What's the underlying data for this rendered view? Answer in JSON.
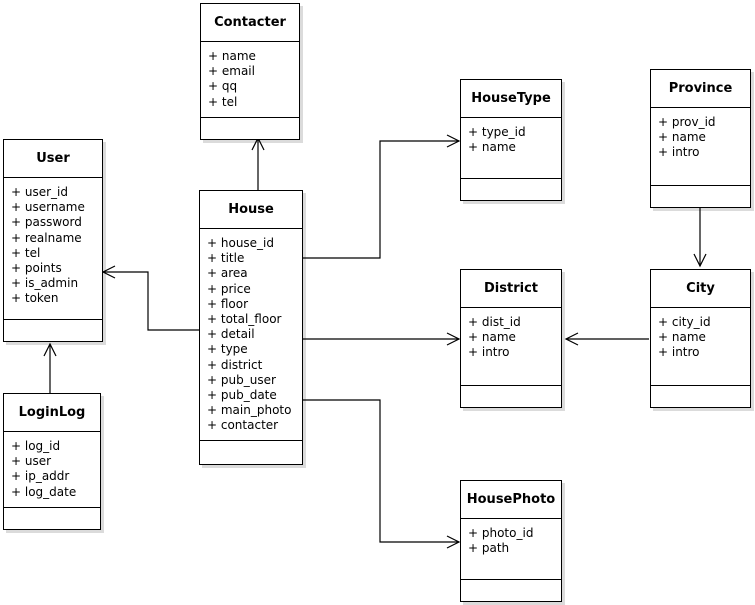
{
  "diagram": {
    "kind": "uml-class-diagram",
    "background_color": "#ffffff",
    "line_color": "#000000",
    "box_fill": "#ffffff",
    "visibility_marker": "+",
    "classes": [
      {
        "id": "contacter",
        "name": "Contacter",
        "attributes": [
          "+ name",
          "+ email",
          "+ qq",
          "+ tel"
        ]
      },
      {
        "id": "user",
        "name": "User",
        "attributes": [
          "+ user_id",
          "+ username",
          "+ password",
          "+ realname",
          "+ tel",
          "+ points",
          "+ is_admin",
          "+ token"
        ]
      },
      {
        "id": "house",
        "name": "House",
        "attributes": [
          "+ house_id",
          "+ title",
          "+ area",
          "+ price",
          "+ floor",
          "+ total_floor",
          "+ detail",
          "+ type",
          "+ district",
          "+ pub_user",
          "+ pub_date",
          "+ main_photo",
          "+ contacter"
        ]
      },
      {
        "id": "loginlog",
        "name": "LoginLog",
        "attributes": [
          "+ log_id",
          "+ user",
          "+ ip_addr",
          "+ log_date"
        ]
      },
      {
        "id": "housetype",
        "name": "HouseType",
        "attributes": [
          "+ type_id",
          "+ name"
        ]
      },
      {
        "id": "province",
        "name": "Province",
        "attributes": [
          "+ prov_id",
          "+ name",
          "+ intro"
        ]
      },
      {
        "id": "district",
        "name": "District",
        "attributes": [
          "+ dist_id",
          "+ name",
          "+ intro"
        ]
      },
      {
        "id": "city",
        "name": "City",
        "attributes": [
          "+ city_id",
          "+ name",
          "+ intro"
        ]
      },
      {
        "id": "housephoto",
        "name": "HousePhoto",
        "attributes": [
          "+ photo_id",
          "+ path"
        ]
      }
    ],
    "associations": [
      {
        "id": "house-contacter",
        "from": "House",
        "to": "Contacter",
        "arrow": "open"
      },
      {
        "id": "house-user",
        "from": "House",
        "to": "User",
        "arrow": "open"
      },
      {
        "id": "loginlog-user",
        "from": "LoginLog",
        "to": "User",
        "arrow": "open"
      },
      {
        "id": "house-housetype",
        "from": "House",
        "to": "HouseType",
        "arrow": "open"
      },
      {
        "id": "house-district",
        "from": "House",
        "to": "District",
        "arrow": "open"
      },
      {
        "id": "house-housephoto",
        "from": "House",
        "to": "HousePhoto",
        "arrow": "open"
      },
      {
        "id": "city-district",
        "from": "City",
        "to": "District",
        "arrow": "open"
      },
      {
        "id": "province-city",
        "from": "Province",
        "to": "City",
        "arrow": "open"
      }
    ]
  }
}
